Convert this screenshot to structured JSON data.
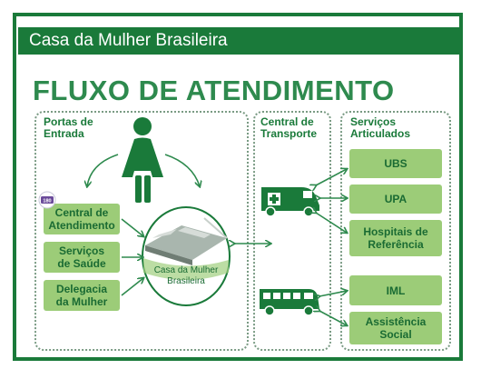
{
  "header": {
    "title": "Casa da Mulher Brasileira"
  },
  "main_title": "FLUXO DE ATENDIMENTO",
  "panels": {
    "entrada": {
      "title_line1": "Portas de",
      "title_line2": "Entrada"
    },
    "transporte": {
      "title_line1": "Central de",
      "title_line2": "Transporte"
    },
    "servicos": {
      "title_line1": "Serviços",
      "title_line2": "Articulados"
    }
  },
  "entrada_boxes": [
    {
      "line1": "Central de",
      "line2": "Atendimento"
    },
    {
      "line1": "Serviços",
      "line2": "de Saúde"
    },
    {
      "line1": "Delegacia",
      "line2": "da Mulher"
    }
  ],
  "center": {
    "line1": "Casa da Mulher",
    "line2": "Brasileira"
  },
  "servicos_boxes": [
    {
      "line1": "UBS",
      "line2": ""
    },
    {
      "line1": "UPA",
      "line2": ""
    },
    {
      "line1": "Hospitais de",
      "line2": "Referência"
    },
    {
      "line1": "IML",
      "line2": ""
    },
    {
      "line1": "Assistência",
      "line2": "Social"
    }
  ],
  "logo_badge": {
    "text": "180"
  },
  "colors": {
    "dark_green": "#1a7a3a",
    "box_green": "#9ccc78",
    "text_green": "#1a6b33"
  }
}
